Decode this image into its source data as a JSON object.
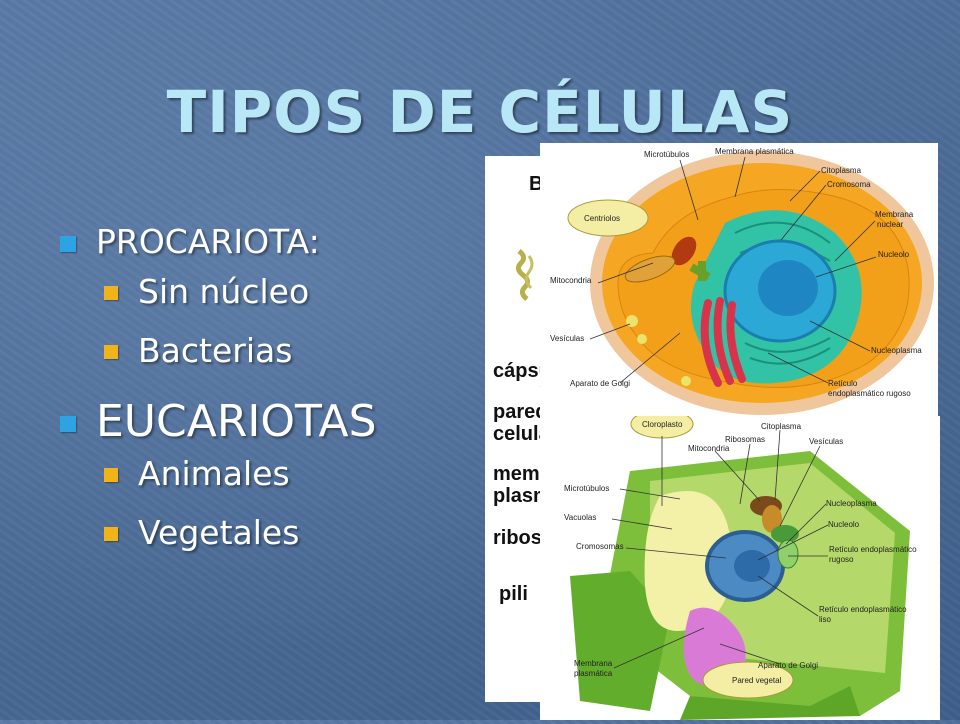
{
  "slide": {
    "title": "TIPOS DE CÉLULAS",
    "bullets": [
      {
        "label": "PROCARIOTA:",
        "children": [
          "Sin núcleo",
          "Bacterias"
        ]
      },
      {
        "label": "EUCARIOTAS",
        "children": [
          "Animales",
          "Vegetales"
        ]
      }
    ]
  },
  "colors": {
    "background": "#4b6b97",
    "title": "#b8e7f6",
    "bullet_level1": "#2da3e3",
    "bullet_level2": "#f0b31a"
  },
  "prokaryote_image": {
    "partial_labels": [
      "B",
      "cápsu",
      "pared",
      "celula",
      "memb",
      "plasm",
      "ribos",
      "pili"
    ]
  },
  "animal_cell": {
    "labels": {
      "microtubulos": "Microtúbulos",
      "membrana_plasmatica": "Membrana plasmática",
      "citoplasma": "Citoplasma",
      "cromosoma": "Cromosoma",
      "centriolos": "Centriolos",
      "membrana_nuclear": "Membrana nuclear",
      "mitocondria": "Mitocondria",
      "nucleolo": "Nucleolo",
      "vesiculas": "Vesículas",
      "nucleoplasma": "Nucleoplasma",
      "aparato_golgi": "Aparato de Golgi",
      "reticulo_rugoso": "Retículo endoplasmático rugoso"
    }
  },
  "plant_cell": {
    "labels": {
      "cloroplasto": "Cloroplasto",
      "citoplasma": "Citoplasma",
      "ribosomas": "Ribosomas",
      "vesiculas": "Vesículas",
      "mitocondria": "Mitocondria",
      "microtubulos": "Microtúbulos",
      "nucleoplasma": "Nucleoplasma",
      "vacuolas": "Vacuolas",
      "nucleolo": "Nucleolo",
      "cromosomas": "Cromosomas",
      "reticulo_rugoso": "Retículo endoplasmático rugoso",
      "reticulo_liso": "Retículo endoplasmático liso",
      "membrana_plasmatica": "Membrana plasmática",
      "aparato_golgi": "Aparato de Golgi",
      "pared_vegetal": "Pared vegetal"
    }
  }
}
